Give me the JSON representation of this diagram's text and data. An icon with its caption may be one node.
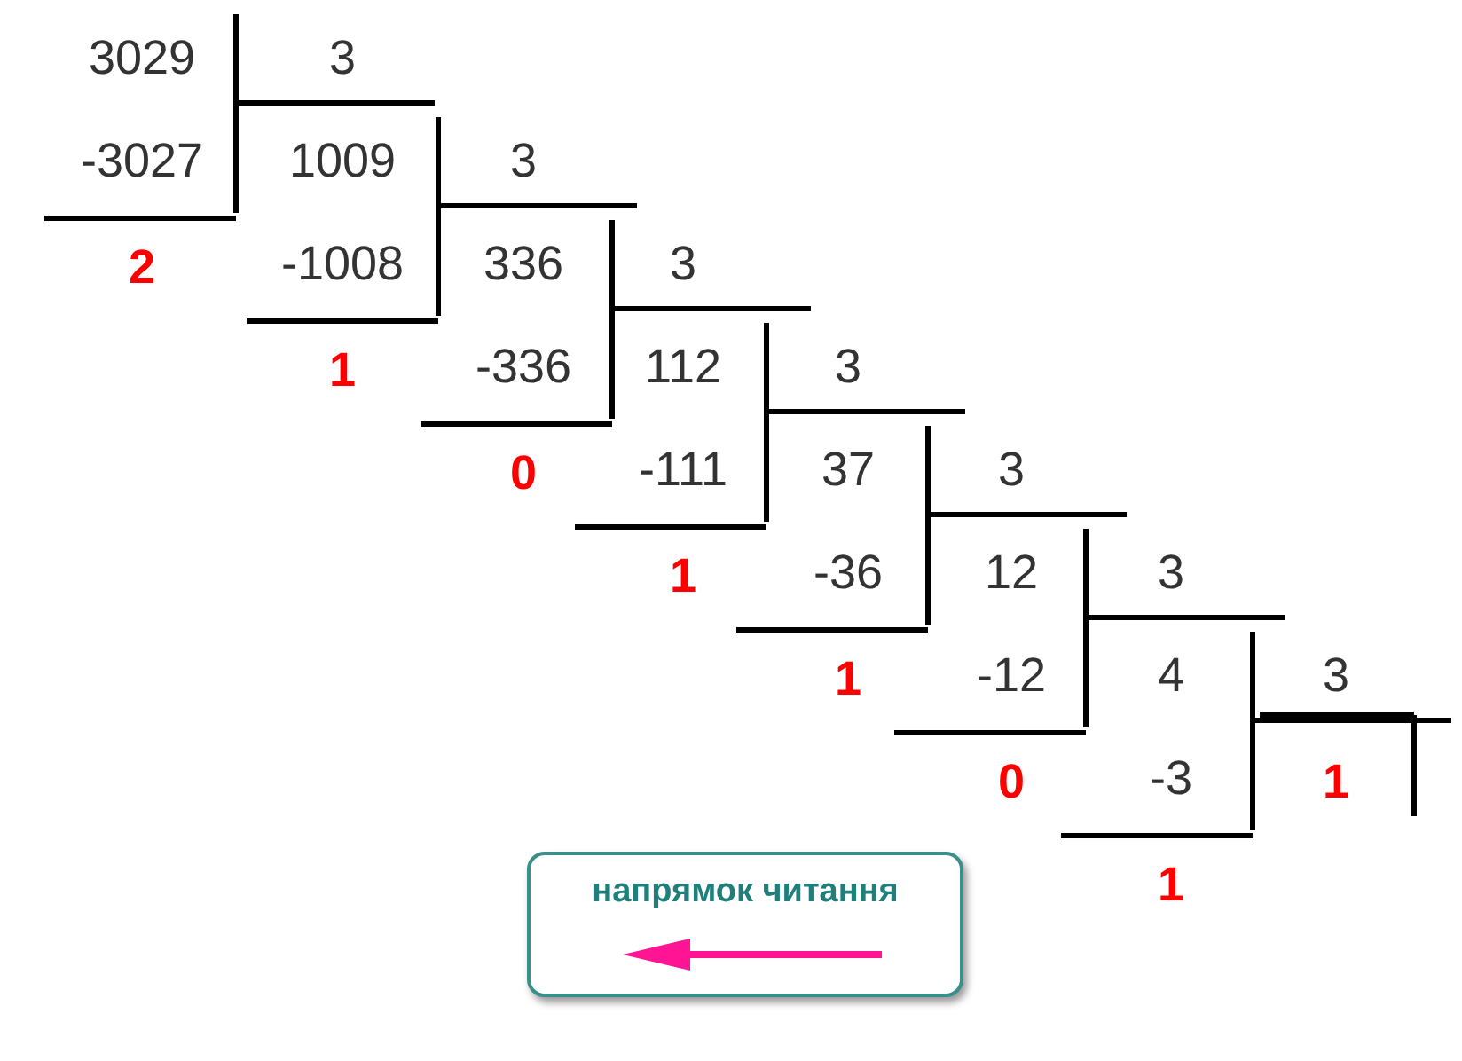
{
  "diagram": {
    "nodes": [
      {
        "text": [
          "напрямок читання"
        ]
      }
    ],
    "labels": [
      "3029",
      "3",
      "-3027",
      "1009",
      "3",
      "2",
      "-1008",
      "336",
      "3",
      "1",
      "-336",
      "112",
      "3",
      "0",
      "-111",
      "37",
      "3",
      "1",
      "-36",
      "12",
      "3",
      "1",
      "-12",
      "4",
      "3",
      "0",
      "-3",
      "1",
      "1"
    ]
  }
}
